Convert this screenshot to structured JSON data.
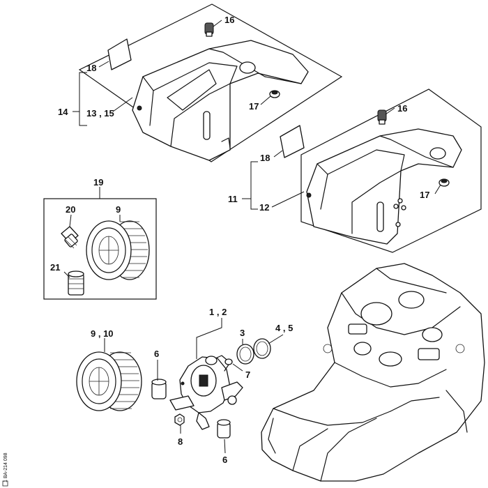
{
  "callouts": {
    "c16a": "16",
    "c18a": "18",
    "c14": "14",
    "c13_15": "13 , 15",
    "c17a": "17",
    "c16b": "16",
    "c18b": "18",
    "c11": "11",
    "c12": "12",
    "c17b": "17",
    "c19": "19",
    "c20": "20",
    "c9a": "9",
    "c21": "21",
    "c9_10": "9 , 10",
    "c1_2": "1 , 2",
    "c3": "3",
    "c4_5": "4 , 5",
    "c6a": "6",
    "c7": "7",
    "c8": "8",
    "c6b": "6"
  },
  "drawing_code": "1 ВА-214 098",
  "colors": {
    "line": "#111111",
    "fill": "#ffffff"
  }
}
